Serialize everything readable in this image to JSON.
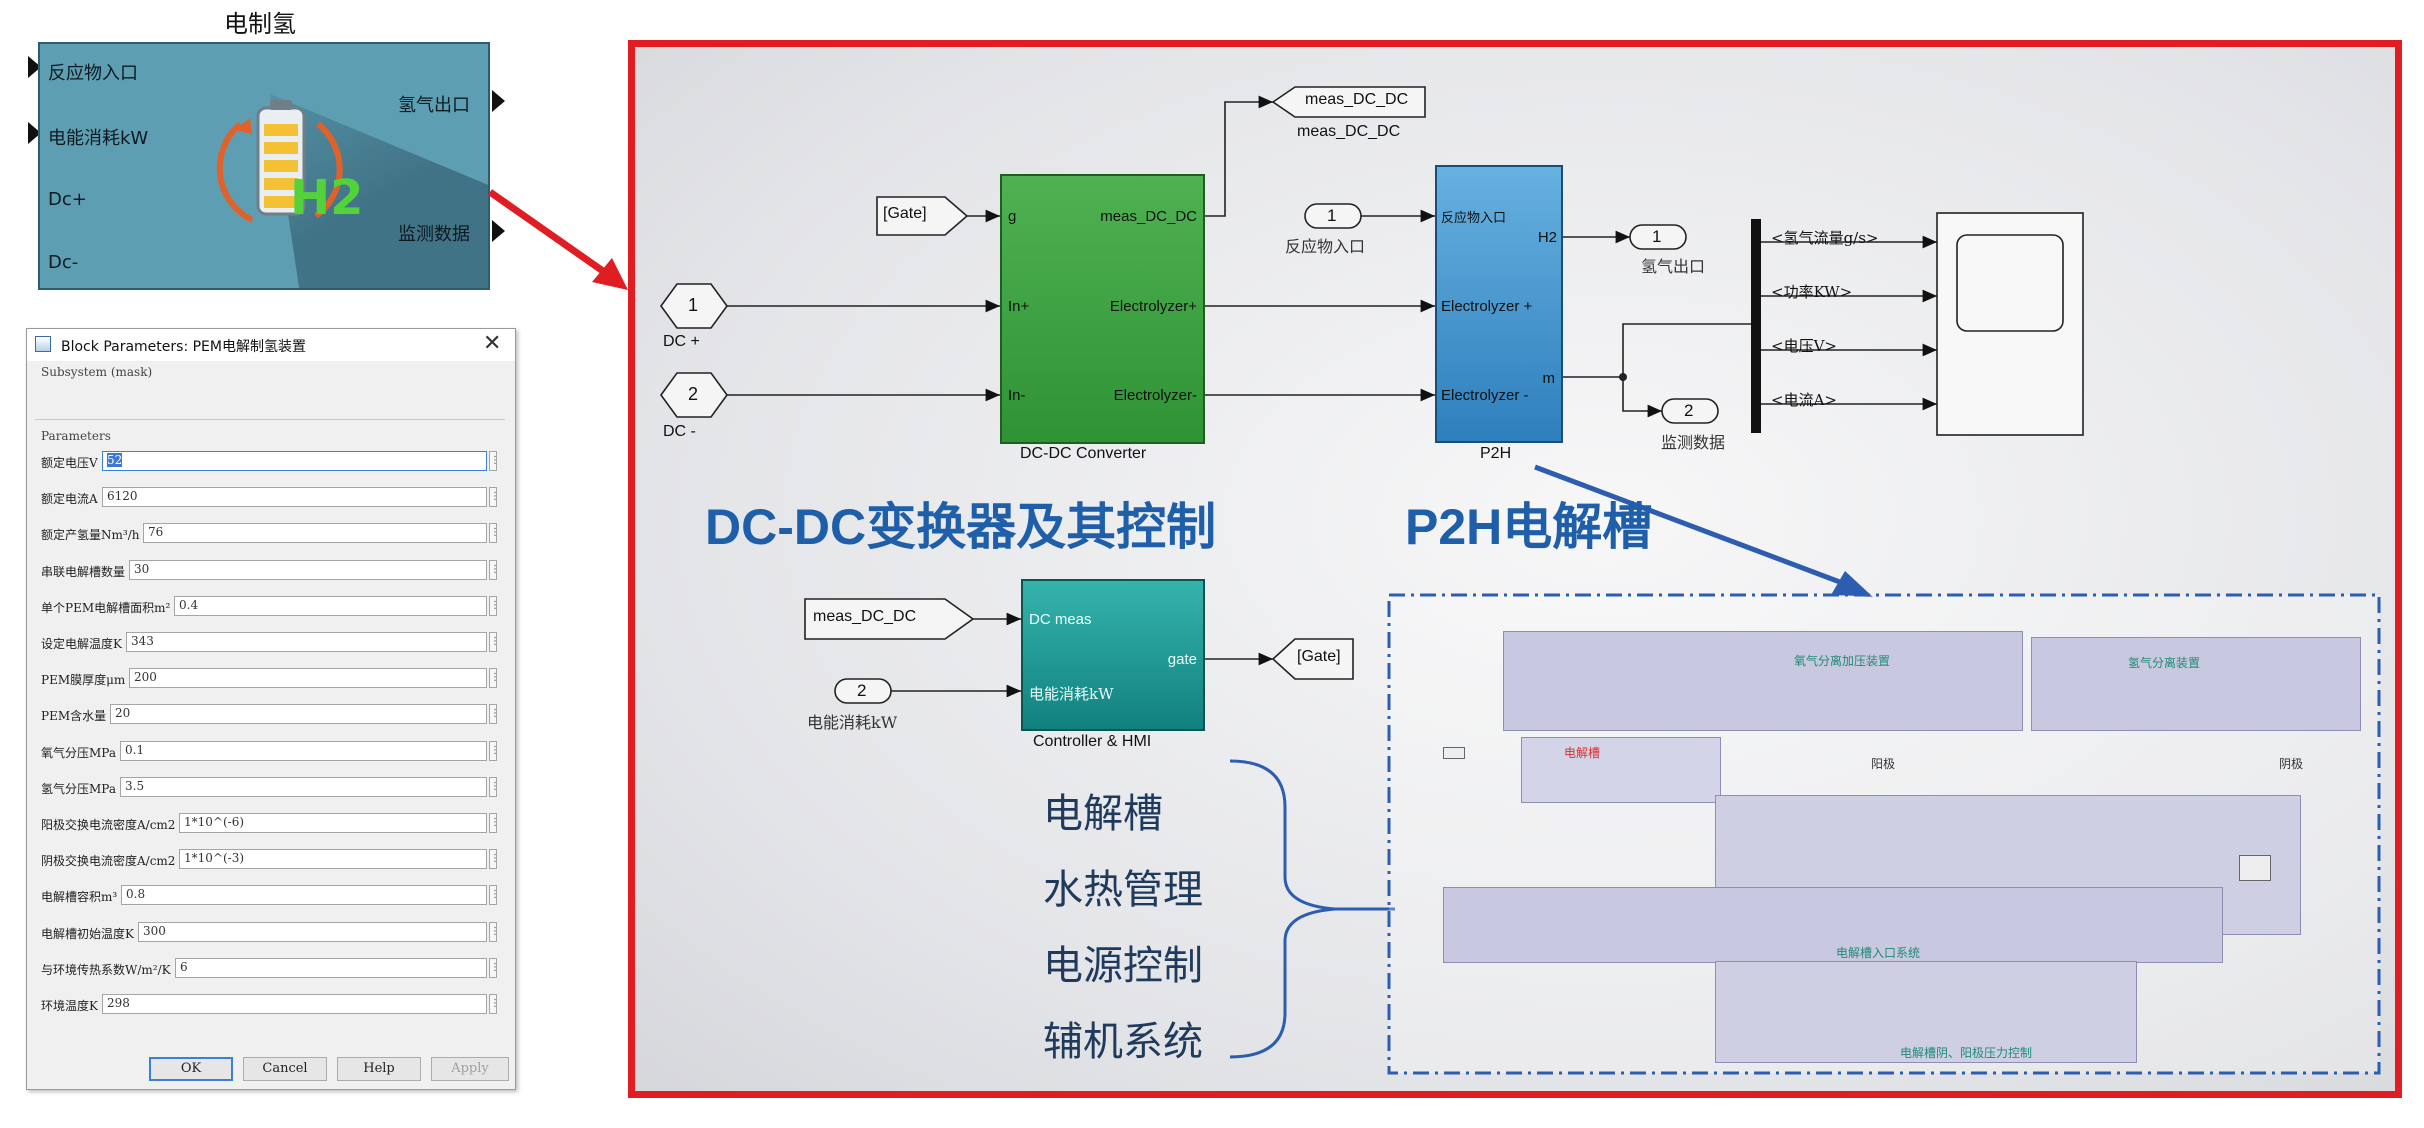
{
  "block": {
    "title": "电制氢",
    "inputs": [
      "反应物入口",
      "电能消耗kW",
      "Dc+",
      "Dc-"
    ],
    "outputs": [
      "氢气出口",
      "监测数据"
    ],
    "badge": "H2",
    "icon": "battery-icon"
  },
  "dialog": {
    "title": "Block Parameters: PEM电解制氢装置",
    "subtitle": "Subsystem (mask)",
    "section": "Parameters",
    "params": [
      {
        "label": "额定电压V",
        "value": "52"
      },
      {
        "label": "额定电流A",
        "value": "6120"
      },
      {
        "label": "额定产氢量Nm³/h",
        "value": "76"
      },
      {
        "label": "串联电解槽数量",
        "value": "30"
      },
      {
        "label": "单个PEM电解槽面积m²",
        "value": "0.4"
      },
      {
        "label": "设定电解温度K",
        "value": "343"
      },
      {
        "label": "PEM膜厚度μm",
        "value": "200"
      },
      {
        "label": "PEM含水量",
        "value": "20"
      },
      {
        "label": "氧气分压MPa",
        "value": "0.1"
      },
      {
        "label": "氢气分压MPa",
        "value": "3.5"
      },
      {
        "label": "阳极交换电流密度A/cm2",
        "value": "1*10^(-6)"
      },
      {
        "label": "阴极交换电流密度A/cm2",
        "value": "1*10^(-3)"
      },
      {
        "label": "电解槽容积m³",
        "value": "0.8"
      },
      {
        "label": "电解槽初始温度K",
        "value": "300"
      },
      {
        "label": "与环境传热系数W/m²/K",
        "value": "6"
      },
      {
        "label": "环境温度K",
        "value": "298"
      }
    ],
    "buttons": {
      "ok": "OK",
      "cancel": "Cancel",
      "help": "Help",
      "apply": "Apply"
    }
  },
  "diagram": {
    "goto_tag_top": "meas_DC_DC",
    "goto_tag_top_caption": "meas_DC_DC",
    "from_gate": "[Gate]",
    "inport_dcplus": {
      "num": "1",
      "label": "DC +"
    },
    "inport_dcminus": {
      "num": "2",
      "label": "DC -"
    },
    "converter": {
      "name": "DC-DC Converter",
      "in_g": "g",
      "in_plus": "In+",
      "in_minus": "In-",
      "out_meas": "meas_DC_DC",
      "out_plus": "Electrolyzer+",
      "out_minus": "Electrolyzer-"
    },
    "inport_reactant": {
      "num": "1",
      "label": "反应物入口"
    },
    "p2h": {
      "name": "P2H",
      "in_reactant": "反应物入口",
      "in_plus": "Electrolyzer +",
      "in_minus": "Electrolyzer -",
      "out_h2": "H2",
      "out_m": "m"
    },
    "outport_h2": {
      "num": "1",
      "label": "氢气出口"
    },
    "outport_monitor": {
      "num": "2",
      "label": "监测数据"
    },
    "bus_signals": [
      "<氢气流量g/s>",
      "<功率KW>",
      "<电压V>",
      "<电流A>"
    ],
    "heading_left": "DC-DC变换器及其控制",
    "heading_right": "P2H电解槽",
    "from_meas": "meas_DC_DC",
    "inport_power": {
      "num": "2",
      "label": "电能消耗kW"
    },
    "controller": {
      "name": "Controller & HMI",
      "in_meas": "DC meas",
      "in_power": "电能消耗kW",
      "out_gate": "gate"
    },
    "goto_gate": "[Gate]",
    "categories": [
      "电解槽",
      "水热管理",
      "电源控制",
      "辅机系统"
    ],
    "subsystems": [
      "氧气分离加压装置",
      "氢气分离装置",
      "电解槽",
      "阳极",
      "阴极",
      "电解槽入口系统",
      "电解槽阴、阳极压力控制"
    ]
  },
  "colors": {
    "frame_red": "#df1d22",
    "converter_green": "#3aa33e",
    "p2h_blue": "#3f8fc7",
    "controller_teal": "#1a9a9a",
    "heading_blue": "#1f5ea8",
    "block_teal": "#5e9eb3"
  }
}
